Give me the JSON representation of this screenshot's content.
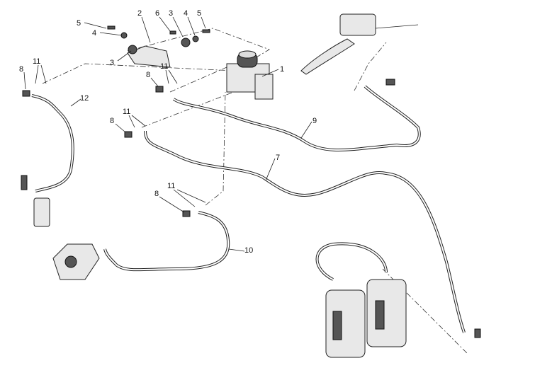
{
  "diagram": {
    "title": "Brake hydraulic system exploded view",
    "callouts": [
      {
        "id": "top-2",
        "text": "2"
      },
      {
        "id": "top-6",
        "text": "6"
      },
      {
        "id": "top-3",
        "text": "3"
      },
      {
        "id": "top-4",
        "text": "4"
      },
      {
        "id": "top-5",
        "text": "5"
      },
      {
        "id": "left-5",
        "text": "5"
      },
      {
        "id": "left-4",
        "text": "4"
      },
      {
        "id": "left-3",
        "text": "3"
      },
      {
        "id": "abs-1",
        "text": "1"
      },
      {
        "id": "a-8",
        "text": "8"
      },
      {
        "id": "a-11",
        "text": "11"
      },
      {
        "id": "hose-12",
        "text": "12"
      },
      {
        "id": "b-8",
        "text": "8"
      },
      {
        "id": "b-11",
        "text": "11"
      },
      {
        "id": "c-8",
        "text": "8"
      },
      {
        "id": "c-11",
        "text": "11"
      },
      {
        "id": "hose-9",
        "text": "9"
      },
      {
        "id": "hose-7",
        "text": "7"
      },
      {
        "id": "d-8",
        "text": "8"
      },
      {
        "id": "d-11",
        "text": "11"
      },
      {
        "id": "hose-10",
        "text": "10"
      }
    ]
  }
}
